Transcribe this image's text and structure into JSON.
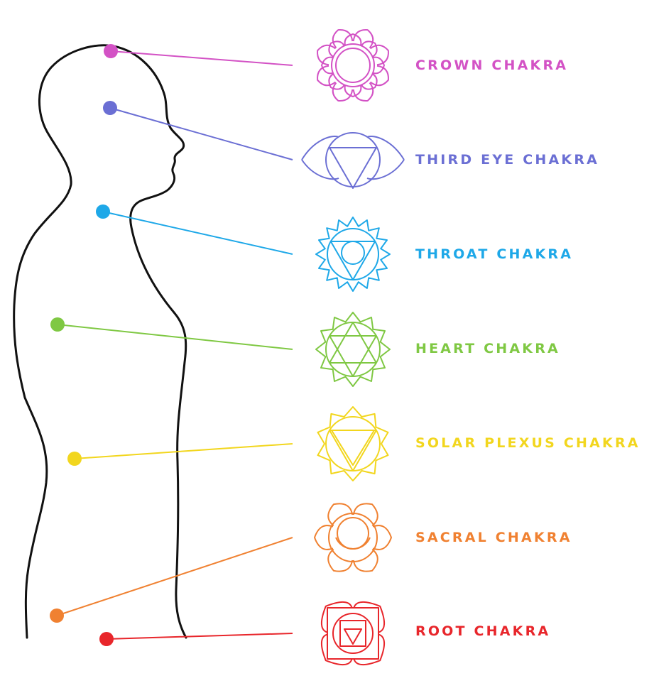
{
  "chakras": [
    {
      "label": "CROWN CHAKRA",
      "color": "#D352C5",
      "icon": "crown-chakra-lotus-icon"
    },
    {
      "label": "THIRD EYE CHAKRA",
      "color": "#6B6FD4",
      "icon": "third-eye-chakra-icon"
    },
    {
      "label": "THROAT CHAKRA",
      "color": "#1EA8E8",
      "icon": "throat-chakra-icon"
    },
    {
      "label": "HEART CHAKRA",
      "color": "#7FC843",
      "icon": "heart-chakra-hexagram-icon"
    },
    {
      "label": "SOLAR PLEXUS CHAKRA",
      "color": "#F2D61E",
      "icon": "solar-plexus-chakra-icon"
    },
    {
      "label": "SACRAL CHAKRA",
      "color": "#F08131",
      "icon": "sacral-chakra-icon"
    },
    {
      "label": "ROOT CHAKRA",
      "color": "#E8262B",
      "icon": "root-chakra-square-icon"
    }
  ],
  "silhouette_color": "#111111"
}
